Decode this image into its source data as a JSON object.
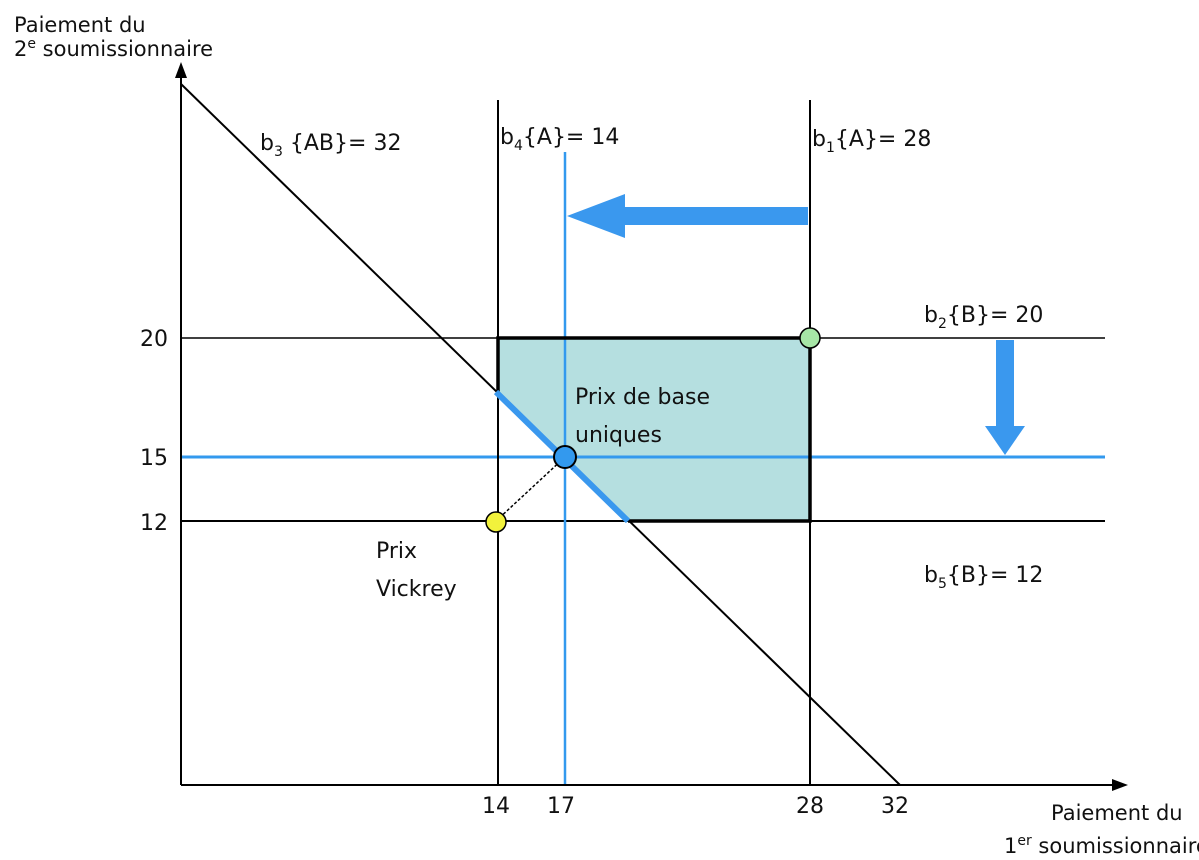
{
  "axes": {
    "y_title_line1": "Paiement du",
    "y_title_line2_num": "2",
    "y_title_line2_sup": "e",
    "y_title_line2_text": " soumissionnaire",
    "x_title_line1": "Paiement du",
    "x_title_line2_num": "1",
    "x_title_line2_sup": "er",
    "x_title_line2_text": " soumissionnaire",
    "x_ticks": [
      "14",
      "17",
      "28",
      "32"
    ],
    "y_ticks": [
      "20",
      "15",
      "12"
    ]
  },
  "bids": {
    "b3": {
      "base": "b",
      "sub": "3",
      "rest": " {AB}= 32"
    },
    "b4": {
      "base": "b",
      "sub": "4",
      "rest": "{A}= 14"
    },
    "b1": {
      "base": "b",
      "sub": "1",
      "rest": "{A}= 28"
    },
    "b2": {
      "base": "b",
      "sub": "2",
      "rest": "{B}= 20"
    },
    "b5": {
      "base": "b",
      "sub": "5",
      "rest": "{B}= 12"
    }
  },
  "annotations": {
    "core_line1": "Prix de base",
    "core_line2": "uniques",
    "vickrey_line1": "Prix",
    "vickrey_line2": "Vickrey"
  },
  "colors": {
    "black_lines": "#000000",
    "blue_lines": "#3399ee",
    "core_fill": "#b5dfe0",
    "arrow": "#3a98ee",
    "point_green": "#a6e6a6",
    "point_yellow": "#f2f23c",
    "point_blue": "#3399ee"
  }
}
